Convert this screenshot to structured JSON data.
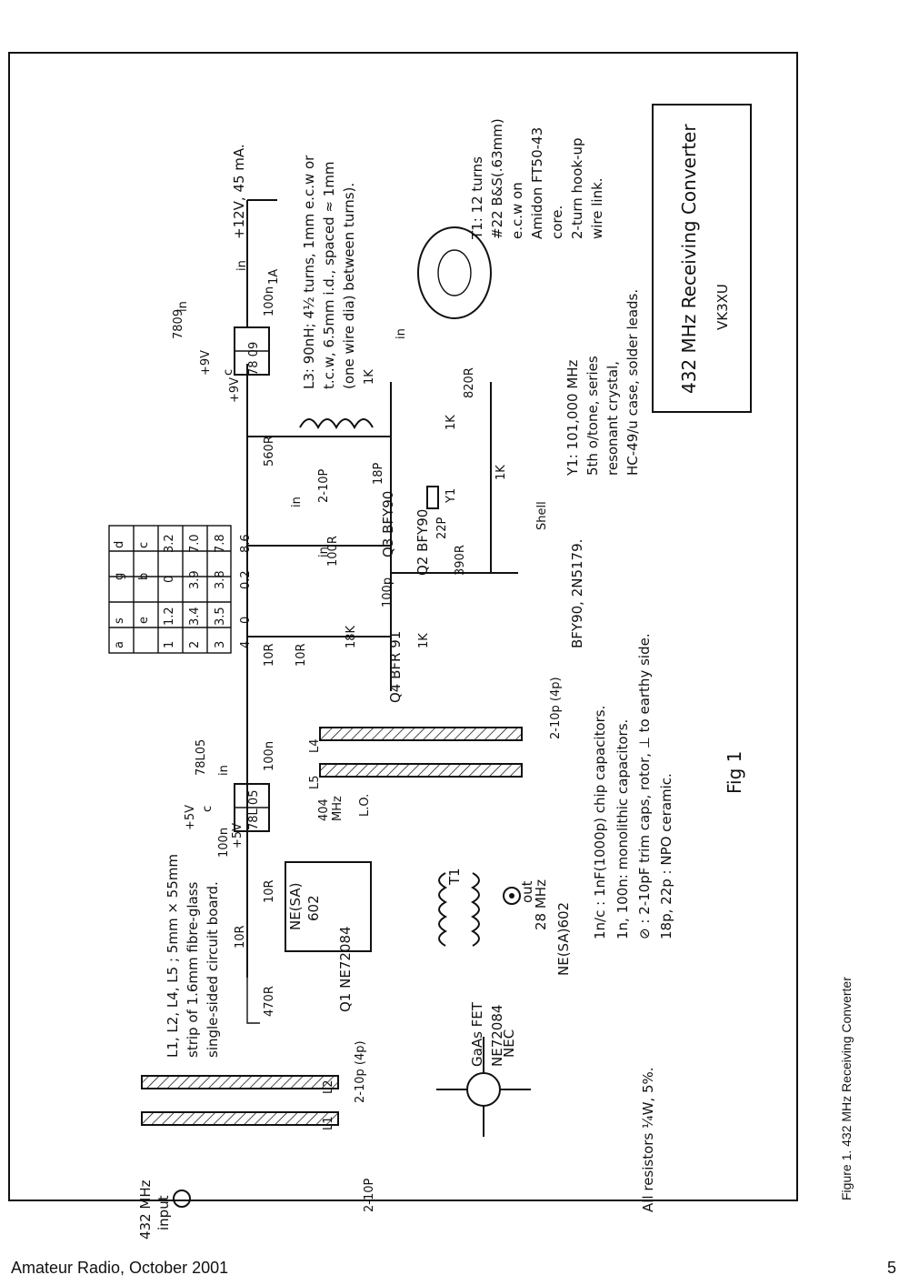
{
  "title_box": {
    "title": "432 MHz Receiving Converter",
    "author": "VK3XU"
  },
  "figure_label": "Fig 1",
  "figure_caption": "Figure 1. 432 MHz Receiving Converter",
  "footer": {
    "publication": "Amateur Radio, October 2001",
    "page_number": "5"
  },
  "notes": {
    "lines_l1_l5": [
      "L1, L2, L4, L5 ; 5mm × 55mm",
      "strip of 1.6mm fibre-glass",
      "single-sided circuit board."
    ],
    "l3": [
      "L3: 90nH; 4½ turns, 1mm e.c.w or",
      "t.c.w, 6.5mm i.d., spaced ≈ 1mm",
      "(one wire dia) between turns)."
    ],
    "t1": [
      "T1: 12 turns",
      "#22 B&S(.63mm)",
      "e.c.w on",
      "Amidon FT50-43",
      "core.",
      "2-turn hook-up",
      "wire link."
    ],
    "y1": [
      "Y1: 101,000 MHz",
      "5th o/tone, series",
      "resonant crystal,",
      "HC-49/u case, solder leads."
    ],
    "caps": [
      "1n/c : 1nF(1000p) chip capacitors.",
      "1n, 100n: monolithic capacitors.",
      "⊘ : 2-10pF trim caps, rotor, ⊥ to earthy side.",
      "18p, 22p : NPO ceramic."
    ],
    "resistors": "All resistors ¼W, 5%.",
    "bfy90": "BFY90, 2N5179.",
    "gaasfet": [
      "GaAs FET",
      "NE72084",
      "NEC"
    ],
    "ne602": "NE(SA)602",
    "reg_7809": "7809",
    "reg_78l05": "78L05"
  },
  "labels": {
    "supply": "+12V, 45 mA.",
    "input": [
      "432 MHz",
      "input"
    ],
    "output": [
      "out",
      "28 MHz"
    ],
    "lo": [
      "404",
      "MHz",
      "L.O."
    ],
    "plus9v": "+9V",
    "plus5v": "+5V",
    "in": "in",
    "c": "c",
    "shell": "Shell"
  },
  "components": {
    "resistors": [
      "10R",
      "10R",
      "470R",
      "10R",
      "10R",
      "18K",
      "1K",
      "390R",
      "100R",
      "560R",
      "1K",
      "1K",
      "1K",
      "820R"
    ],
    "capacitors": [
      "100n",
      "100n",
      "100n",
      "100p",
      "18P",
      "22P",
      "2-10p (4p)",
      "2-10P"
    ],
    "transistors": [
      "Q1 NE72084",
      "Q2 BFY90",
      "Q3 BFY90",
      "Q4 BFR 91"
    ],
    "ic": [
      "NE(SA)",
      "602"
    ],
    "regulators": [
      "78 09",
      "78L 05"
    ],
    "coils": [
      "L1",
      "L2",
      "L3",
      "L4",
      "L5",
      "T1"
    ],
    "crystal": "Y1",
    "diode": "1A"
  },
  "pin_table": {
    "headers": [
      "a",
      "s",
      "g",
      "d"
    ],
    "rows": [
      [
        "",
        "e",
        "b",
        "c"
      ],
      [
        "1",
        "1.2",
        "0",
        "3.2"
      ],
      [
        "2",
        "3.4",
        "3.9",
        "7.0"
      ],
      [
        "3",
        "3.5",
        "3.8",
        "7.8"
      ],
      [
        "4",
        "0",
        "0.2",
        "8.6"
      ]
    ]
  }
}
